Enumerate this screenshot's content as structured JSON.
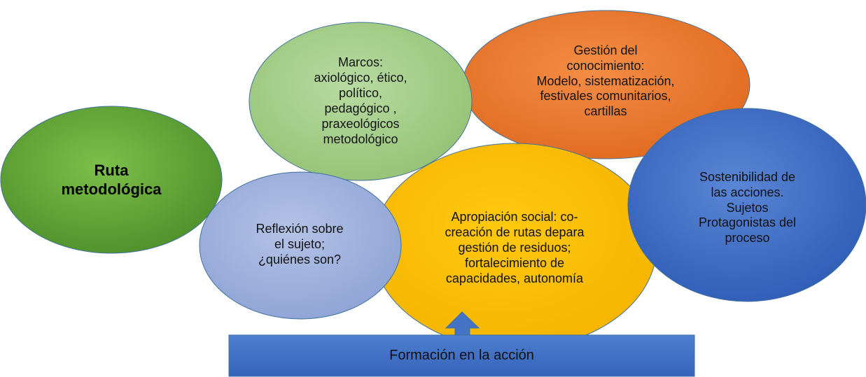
{
  "diagram": {
    "nodes": {
      "ruta": {
        "lines": [
          "Ruta",
          "metodológica"
        ],
        "color": "#6aab3f"
      },
      "marcos": {
        "lines": [
          "Marcos:",
          "axiológico, ético,",
          "político,",
          "pedagógico ,",
          "praxeológicos",
          "metodológico"
        ],
        "color": "#a5cd8a"
      },
      "gestion": {
        "lines": [
          "Gestión del",
          "conocimiento:",
          "Modelo, sistematización,",
          "festivales comunitarios,",
          "cartillas"
        ],
        "color": "#ed7d31"
      },
      "reflexion": {
        "lines": [
          "Reflexión sobre",
          "el sujeto;",
          "¿quiénes son?"
        ],
        "color": "#a3b4de"
      },
      "apropiacion": {
        "lines": [
          "Apropiación social: co-",
          "creación de rutas depara",
          "gestión de residuos;",
          "fortalecimiento de",
          "capacidades, autonomía"
        ],
        "color": "#ffc000"
      },
      "sostenibilidad": {
        "lines": [
          "Sostenibilidad  de",
          "las acciones.",
          "Sujetos",
          "Protagonistas del",
          "proceso"
        ],
        "color": "#3f6fc8"
      },
      "formacion": {
        "label": "Formación en la acción",
        "color": "#4472c4"
      }
    }
  }
}
